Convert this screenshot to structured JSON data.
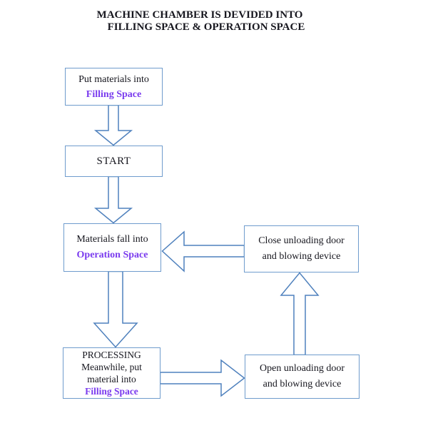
{
  "title": {
    "line1": "MACHINE CHAMBER IS DEVIDED INTO",
    "line2": "FILLING SPACE & OPERATION SPACE"
  },
  "boxes": {
    "put": {
      "line1": "Put materials into",
      "highlight": "Filling Space"
    },
    "start": {
      "label": "START"
    },
    "operation": {
      "line1": "Materials fall into",
      "highlight": "Operation Space"
    },
    "processing": {
      "line1": "PROCESSING",
      "line2": "Meanwhile, put",
      "line3": "material into",
      "highlight": "Filling Space"
    },
    "close": {
      "line1": "Close unloading door",
      "line2": "and blowing device"
    },
    "open": {
      "line1": "Open unloading door",
      "line2": "and blowing device"
    }
  },
  "arrows": [
    {
      "name": "put-to-start",
      "direction": "down",
      "style": "hollow-block-arrow"
    },
    {
      "name": "start-to-operation",
      "direction": "down",
      "style": "hollow-block-arrow"
    },
    {
      "name": "operation-to-processing",
      "direction": "down",
      "style": "hollow-block-arrow"
    },
    {
      "name": "processing-to-open",
      "direction": "right",
      "style": "hollow-block-arrow"
    },
    {
      "name": "open-to-close",
      "direction": "up",
      "style": "hollow-block-arrow"
    },
    {
      "name": "close-to-operation",
      "direction": "left",
      "style": "hollow-block-arrow"
    }
  ],
  "colors": {
    "background": "#ffffff",
    "box_border": "#6f9ccd",
    "box_fill": "#ffffff",
    "arrow_outline": "#4f81bd",
    "arrow_fill": "#ffffff",
    "text": "#16161e",
    "highlight_text": "#7a3bee"
  }
}
